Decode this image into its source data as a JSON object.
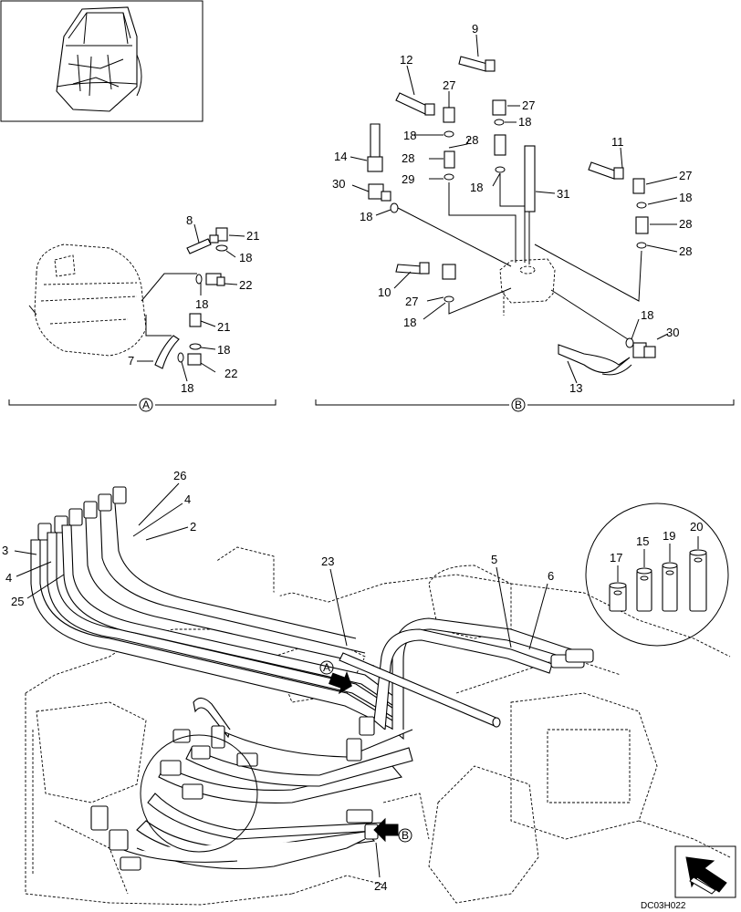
{
  "figure": {
    "code": "DC03H022",
    "sections": [
      "A",
      "B"
    ]
  },
  "callouts": {
    "c1": "8",
    "c2": "21",
    "c3": "18",
    "c4": "18",
    "c5": "22",
    "c6": "21",
    "c7": "18",
    "c8": "7",
    "c9": "22",
    "c10": "18",
    "c11": "9",
    "c12": "12",
    "c13": "27",
    "c14": "27",
    "c15": "18",
    "c16": "18",
    "c17": "28",
    "c18": "14",
    "c19": "28",
    "c20": "29",
    "c21": "18",
    "c22": "30",
    "c23": "18",
    "c24": "31",
    "c25": "11",
    "c26": "27",
    "c27": "18",
    "c28": "28",
    "c29": "28",
    "c30": "10",
    "c31": "27",
    "c32": "18",
    "c33": "18",
    "c34": "30",
    "c35": "13",
    "c36": "26",
    "c37": "4",
    "c38": "2",
    "c39": "3",
    "c40": "4",
    "c41": "25",
    "c42": "23",
    "c43": "5",
    "c44": "6",
    "c45": "17",
    "c46": "15",
    "c47": "19",
    "c48": "20",
    "c49": "24"
  },
  "view_markers": {
    "arrow_a": "A",
    "arrow_b": "B"
  },
  "icons": [
    "machine-overview-icon",
    "navigation-arrow-icon"
  ]
}
